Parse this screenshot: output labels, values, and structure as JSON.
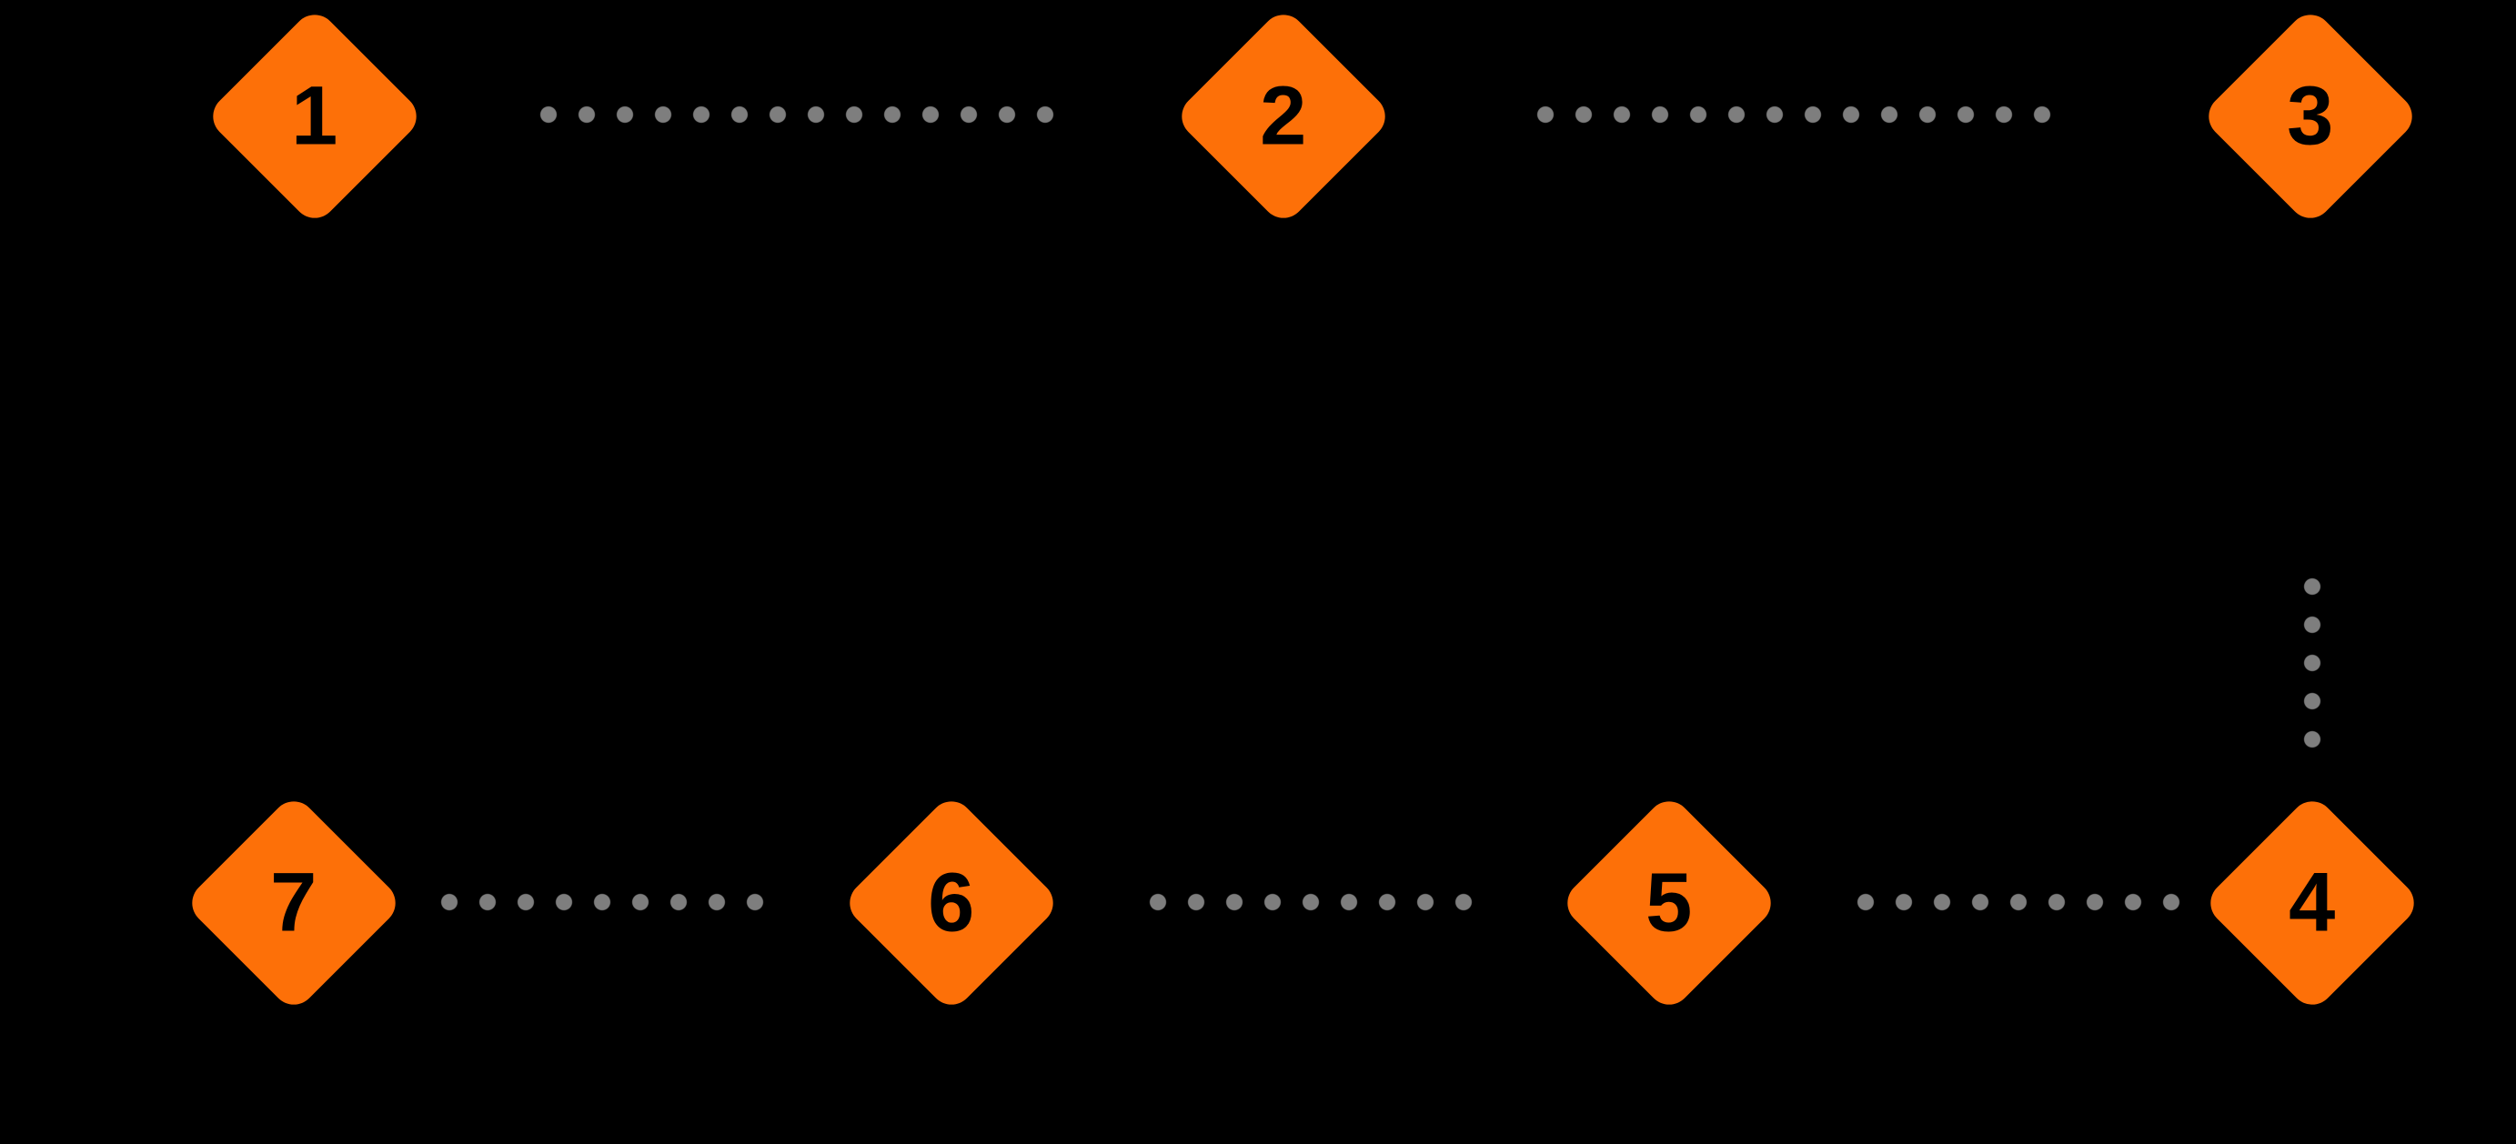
{
  "theme": {
    "background": "#000000",
    "accent": "#FD7008",
    "dot_color": "#7E7E7E",
    "label_color": "#000000"
  },
  "diagram": {
    "type": "numbered-step-flow",
    "nodes": [
      {
        "label": "1"
      },
      {
        "label": "2"
      },
      {
        "label": "3"
      },
      {
        "label": "4"
      },
      {
        "label": "5"
      },
      {
        "label": "6"
      },
      {
        "label": "7"
      }
    ],
    "connections": [
      {
        "from": "1",
        "to": "2",
        "style": "dotted"
      },
      {
        "from": "2",
        "to": "3",
        "style": "dotted"
      },
      {
        "from": "3",
        "to": "4",
        "style": "dotted"
      },
      {
        "from": "4",
        "to": "5",
        "style": "dotted"
      },
      {
        "from": "5",
        "to": "6",
        "style": "dotted"
      },
      {
        "from": "6",
        "to": "7",
        "style": "dotted"
      }
    ]
  }
}
